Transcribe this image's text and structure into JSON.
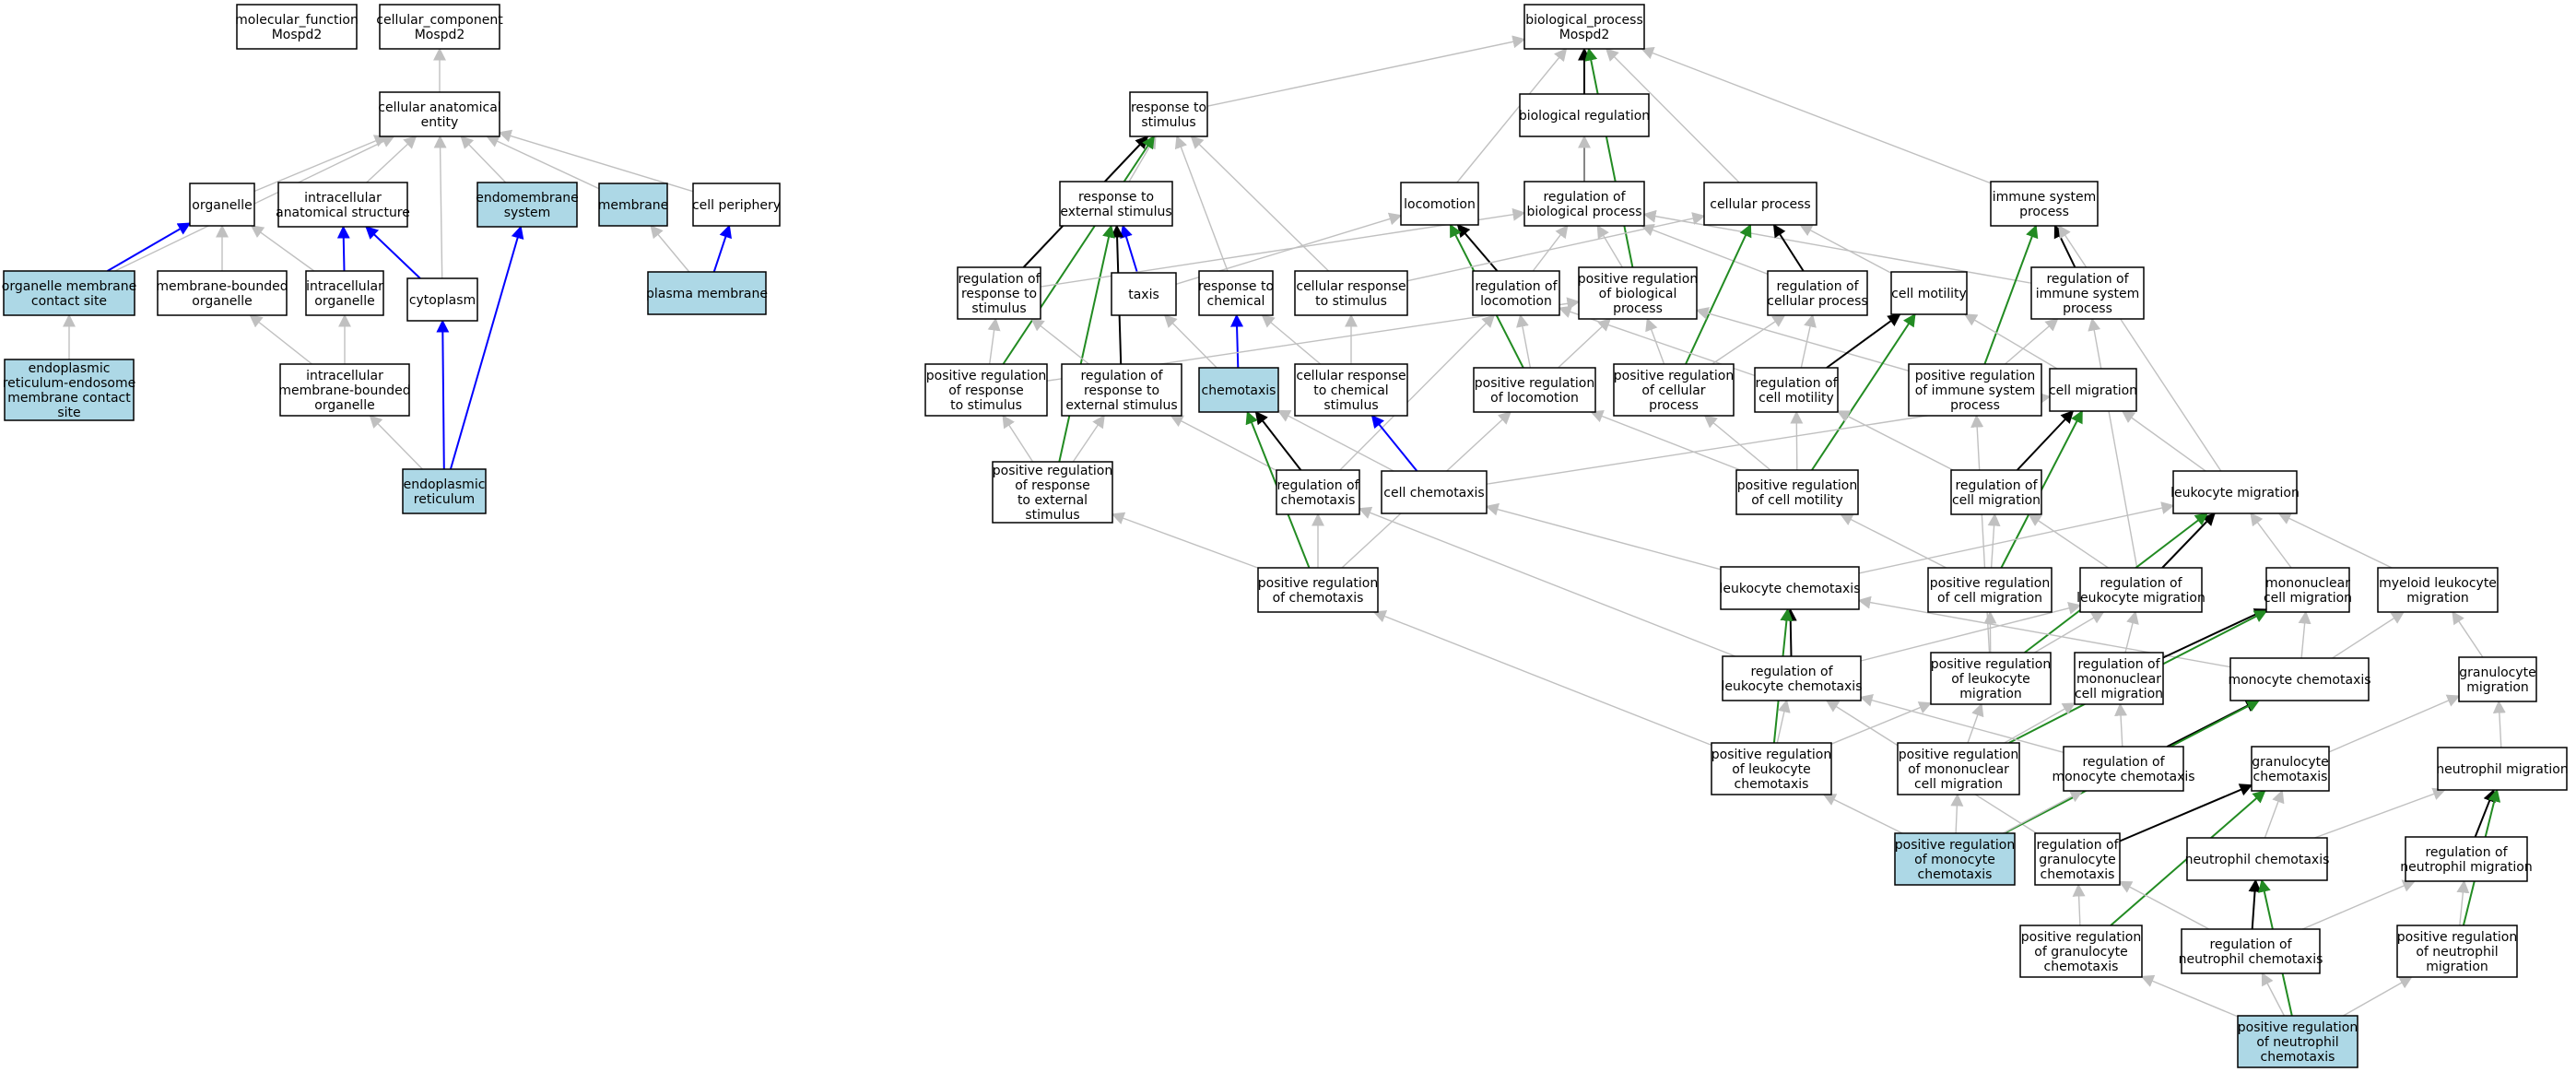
{
  "colors": {
    "gray": "#c0c0c0",
    "black": "#000000",
    "blue": "#0000ff",
    "green": "#228b22",
    "highlight": "#add8e6",
    "node_fill": "#ffffff"
  },
  "nodes": [
    {
      "id": "mf",
      "lines": [
        "molecular_function",
        "Mospd2"
      ]
    },
    {
      "id": "cc",
      "lines": [
        "cellular_component",
        "Mospd2"
      ]
    },
    {
      "id": "cae",
      "lines": [
        "cellular anatomical",
        "entity"
      ]
    },
    {
      "id": "organelle",
      "lines": [
        "organelle"
      ]
    },
    {
      "id": "ias",
      "lines": [
        "intracellular",
        "anatomical structure"
      ]
    },
    {
      "id": "endosys",
      "lines": [
        "endomembrane",
        "system"
      ],
      "hl": true
    },
    {
      "id": "membrane",
      "lines": [
        "membrane"
      ],
      "hl": true
    },
    {
      "id": "cellper",
      "lines": [
        "cell periphery"
      ]
    },
    {
      "id": "omcs",
      "lines": [
        "organelle membrane",
        "contact site"
      ],
      "hl": true
    },
    {
      "id": "mbo",
      "lines": [
        "membrane-bounded",
        "organelle"
      ]
    },
    {
      "id": "io",
      "lines": [
        "intracellular",
        "organelle"
      ]
    },
    {
      "id": "cytoplasm",
      "lines": [
        "cytoplasm"
      ]
    },
    {
      "id": "pm",
      "lines": [
        "plasma membrane"
      ],
      "hl": true
    },
    {
      "id": "ermcs",
      "lines": [
        "endoplasmic",
        "reticulum-endosome",
        "membrane contact",
        "site"
      ],
      "hl": true
    },
    {
      "id": "imbo",
      "lines": [
        "intracellular",
        "membrane-bounded",
        "organelle"
      ]
    },
    {
      "id": "er",
      "lines": [
        "endoplasmic",
        "reticulum"
      ],
      "hl": true
    },
    {
      "id": "bp",
      "lines": [
        "biological_process",
        "Mospd2"
      ]
    },
    {
      "id": "breg",
      "lines": [
        "biological regulation"
      ]
    },
    {
      "id": "rts",
      "lines": [
        "response to",
        "stimulus"
      ]
    },
    {
      "id": "rtes",
      "lines": [
        "response to",
        "external stimulus"
      ]
    },
    {
      "id": "locomotion",
      "lines": [
        "locomotion"
      ]
    },
    {
      "id": "rbp",
      "lines": [
        "regulation of",
        "biological process"
      ]
    },
    {
      "id": "cellproc",
      "lines": [
        "cellular process"
      ]
    },
    {
      "id": "isp",
      "lines": [
        "immune system",
        "process"
      ]
    },
    {
      "id": "rrts",
      "lines": [
        "regulation of",
        "response to",
        "stimulus"
      ]
    },
    {
      "id": "taxis",
      "lines": [
        "taxis"
      ]
    },
    {
      "id": "rtc",
      "lines": [
        "response to",
        "chemical"
      ]
    },
    {
      "id": "crts",
      "lines": [
        "cellular response",
        "to stimulus"
      ]
    },
    {
      "id": "rloc",
      "lines": [
        "regulation of",
        "locomotion"
      ]
    },
    {
      "id": "prbp",
      "lines": [
        "positive regulation",
        "of biological",
        "process"
      ]
    },
    {
      "id": "rcp",
      "lines": [
        "regulation of",
        "cellular process"
      ]
    },
    {
      "id": "cellmot",
      "lines": [
        "cell motility"
      ]
    },
    {
      "id": "risp",
      "lines": [
        "regulation of",
        "immune system",
        "process"
      ]
    },
    {
      "id": "prrts",
      "lines": [
        "positive regulation",
        "of response",
        "to stimulus"
      ]
    },
    {
      "id": "rrtes",
      "lines": [
        "regulation of",
        "response to",
        "external stimulus"
      ]
    },
    {
      "id": "chemotaxis",
      "lines": [
        "chemotaxis"
      ],
      "hl": true
    },
    {
      "id": "crtcs",
      "lines": [
        "cellular response",
        "to chemical",
        "stimulus"
      ]
    },
    {
      "id": "prloc",
      "lines": [
        "positive regulation",
        "of locomotion"
      ]
    },
    {
      "id": "prcp",
      "lines": [
        "positive regulation",
        "of cellular",
        "process"
      ]
    },
    {
      "id": "rcm",
      "lines": [
        "regulation of",
        "cell motility"
      ]
    },
    {
      "id": "prisp",
      "lines": [
        "positive regulation",
        "of immune system",
        "process"
      ]
    },
    {
      "id": "cellmig",
      "lines": [
        "cell migration"
      ]
    },
    {
      "id": "prrtes",
      "lines": [
        "positive regulation",
        "of response",
        "to external",
        "stimulus"
      ]
    },
    {
      "id": "rchemo",
      "lines": [
        "regulation of",
        "chemotaxis"
      ]
    },
    {
      "id": "cellchemo",
      "lines": [
        "cell chemotaxis"
      ]
    },
    {
      "id": "prcm",
      "lines": [
        "positive regulation",
        "of cell motility"
      ]
    },
    {
      "id": "rcmig",
      "lines": [
        "regulation of",
        "cell migration"
      ]
    },
    {
      "id": "leukmig",
      "lines": [
        "leukocyte migration"
      ]
    },
    {
      "id": "prchemo",
      "lines": [
        "positive regulation",
        "of chemotaxis"
      ]
    },
    {
      "id": "leukchemo",
      "lines": [
        "leukocyte chemotaxis"
      ]
    },
    {
      "id": "prcmig",
      "lines": [
        "positive regulation",
        "of cell migration"
      ]
    },
    {
      "id": "rlm",
      "lines": [
        "regulation of",
        "leukocyte migration"
      ]
    },
    {
      "id": "monomig",
      "lines": [
        "mononuclear",
        "cell migration"
      ]
    },
    {
      "id": "myeloid",
      "lines": [
        "myeloid leukocyte",
        "migration"
      ]
    },
    {
      "id": "rlc",
      "lines": [
        "regulation of",
        "leukocyte chemotaxis"
      ]
    },
    {
      "id": "prlm",
      "lines": [
        "positive regulation",
        "of leukocyte",
        "migration"
      ]
    },
    {
      "id": "rmcm",
      "lines": [
        "regulation of",
        "mononuclear",
        "cell migration"
      ]
    },
    {
      "id": "monochemo",
      "lines": [
        "monocyte chemotaxis"
      ]
    },
    {
      "id": "granmig",
      "lines": [
        "granulocyte",
        "migration"
      ]
    },
    {
      "id": "prlc",
      "lines": [
        "positive regulation",
        "of leukocyte",
        "chemotaxis"
      ]
    },
    {
      "id": "prmcm",
      "lines": [
        "positive regulation",
        "of mononuclear",
        "cell migration"
      ]
    },
    {
      "id": "rmc",
      "lines": [
        "regulation of",
        "monocyte chemotaxis"
      ]
    },
    {
      "id": "granchemo",
      "lines": [
        "granulocyte",
        "chemotaxis"
      ]
    },
    {
      "id": "neutmig",
      "lines": [
        "neutrophil migration"
      ]
    },
    {
      "id": "prmc",
      "lines": [
        "positive regulation",
        "of monocyte",
        "chemotaxis"
      ],
      "hl": true
    },
    {
      "id": "rgc",
      "lines": [
        "regulation of",
        "granulocyte",
        "chemotaxis"
      ]
    },
    {
      "id": "neutchemo",
      "lines": [
        "neutrophil chemotaxis"
      ]
    },
    {
      "id": "rnm",
      "lines": [
        "regulation of",
        "neutrophil migration"
      ]
    },
    {
      "id": "prgc",
      "lines": [
        "positive regulation",
        "of granulocyte",
        "chemotaxis"
      ]
    },
    {
      "id": "rnc",
      "lines": [
        "regulation of",
        "neutrophil chemotaxis"
      ]
    },
    {
      "id": "prnm",
      "lines": [
        "positive regulation",
        "of neutrophil",
        "migration"
      ]
    },
    {
      "id": "prnc",
      "lines": [
        "positive regulation",
        "of neutrophil",
        "chemotaxis"
      ],
      "hl": true
    }
  ],
  "edges": [
    [
      "cc",
      "cae",
      "gray"
    ],
    [
      "cae",
      "omcs",
      "gray"
    ],
    [
      "cae",
      "organelle",
      "gray"
    ],
    [
      "cae",
      "ias",
      "gray"
    ],
    [
      "cae",
      "cytoplasm",
      "gray"
    ],
    [
      "cae",
      "endosys",
      "gray"
    ],
    [
      "cae",
      "membrane",
      "gray"
    ],
    [
      "cae",
      "cellper",
      "gray"
    ],
    [
      "organelle",
      "omcs",
      "blue"
    ],
    [
      "organelle",
      "mbo",
      "gray"
    ],
    [
      "organelle",
      "io",
      "gray"
    ],
    [
      "ias",
      "io",
      "blue"
    ],
    [
      "ias",
      "cytoplasm",
      "blue"
    ],
    [
      "membrane",
      "pm",
      "gray"
    ],
    [
      "cellper",
      "pm",
      "blue"
    ],
    [
      "omcs",
      "ermcs",
      "gray"
    ],
    [
      "mbo",
      "imbo",
      "gray"
    ],
    [
      "io",
      "imbo",
      "gray"
    ],
    [
      "imbo",
      "er",
      "gray"
    ],
    [
      "cytoplasm",
      "er",
      "blue"
    ],
    [
      "endosys",
      "er",
      "blue"
    ],
    [
      "bp",
      "rts",
      "gray"
    ],
    [
      "bp",
      "locomotion",
      "gray"
    ],
    [
      "bp",
      "breg",
      "gray"
    ],
    [
      "bp",
      "rbp",
      "black"
    ],
    [
      "bp",
      "cellproc",
      "gray"
    ],
    [
      "bp",
      "isp",
      "gray"
    ],
    [
      "bp",
      "prbp",
      "green"
    ],
    [
      "breg",
      "rbp",
      "gray"
    ],
    [
      "rts",
      "rtes",
      "gray"
    ],
    [
      "rts",
      "rrts",
      "black"
    ],
    [
      "rts",
      "rtc",
      "gray"
    ],
    [
      "rts",
      "crts",
      "gray"
    ],
    [
      "rts",
      "prrts",
      "green"
    ],
    [
      "rtes",
      "taxis",
      "blue"
    ],
    [
      "rtes",
      "rrtes",
      "black"
    ],
    [
      "rtes",
      "prrtes",
      "green"
    ],
    [
      "locomotion",
      "taxis",
      "gray"
    ],
    [
      "locomotion",
      "rloc",
      "black"
    ],
    [
      "locomotion",
      "prloc",
      "green"
    ],
    [
      "rbp",
      "rrts",
      "gray"
    ],
    [
      "rbp",
      "rloc",
      "gray"
    ],
    [
      "rbp",
      "prbp",
      "gray"
    ],
    [
      "rbp",
      "rcp",
      "gray"
    ],
    [
      "rbp",
      "risp",
      "gray"
    ],
    [
      "cellproc",
      "crts",
      "gray"
    ],
    [
      "cellproc",
      "rcp",
      "black"
    ],
    [
      "cellproc",
      "cellmot",
      "gray"
    ],
    [
      "cellproc",
      "prcp",
      "green"
    ],
    [
      "isp",
      "risp",
      "black"
    ],
    [
      "isp",
      "prisp",
      "green"
    ],
    [
      "isp",
      "leukmig",
      "gray"
    ],
    [
      "rrts",
      "prrts",
      "gray"
    ],
    [
      "rrts",
      "rrtes",
      "gray"
    ],
    [
      "taxis",
      "chemotaxis",
      "gray"
    ],
    [
      "rtc",
      "chemotaxis",
      "blue"
    ],
    [
      "rtc",
      "crtcs",
      "gray"
    ],
    [
      "crts",
      "crtcs",
      "gray"
    ],
    [
      "rloc",
      "prloc",
      "gray"
    ],
    [
      "rloc",
      "rchemo",
      "gray"
    ],
    [
      "rloc",
      "rcm",
      "gray"
    ],
    [
      "prbp",
      "prrts",
      "gray"
    ],
    [
      "prbp",
      "prloc",
      "gray"
    ],
    [
      "prbp",
      "prcp",
      "gray"
    ],
    [
      "prbp",
      "prisp",
      "gray"
    ],
    [
      "rcp",
      "rcm",
      "gray"
    ],
    [
      "rcp",
      "prcp",
      "gray"
    ],
    [
      "cellmot",
      "rcm",
      "black"
    ],
    [
      "cellmot",
      "cellmig",
      "gray"
    ],
    [
      "cellmot",
      "prcm",
      "green"
    ],
    [
      "risp",
      "prisp",
      "gray"
    ],
    [
      "risp",
      "rlm",
      "gray"
    ],
    [
      "prrts",
      "prrtes",
      "gray"
    ],
    [
      "rrtes",
      "prrtes",
      "gray"
    ],
    [
      "rrtes",
      "rchemo",
      "gray"
    ],
    [
      "chemotaxis",
      "rchemo",
      "black"
    ],
    [
      "chemotaxis",
      "cellchemo",
      "gray"
    ],
    [
      "chemotaxis",
      "prchemo",
      "green"
    ],
    [
      "crtcs",
      "cellchemo",
      "blue"
    ],
    [
      "prloc",
      "prcm",
      "gray"
    ],
    [
      "prloc",
      "prchemo",
      "gray"
    ],
    [
      "prcp",
      "prcm",
      "gray"
    ],
    [
      "rcm",
      "prcm",
      "gray"
    ],
    [
      "rcm",
      "rcmig",
      "gray"
    ],
    [
      "cellmig",
      "rcmig",
      "black"
    ],
    [
      "cellmig",
      "cellchemo",
      "gray"
    ],
    [
      "cellmig",
      "leukmig",
      "gray"
    ],
    [
      "cellmig",
      "prcmig",
      "green"
    ],
    [
      "prisp",
      "prlm",
      "gray"
    ],
    [
      "prrtes",
      "prchemo",
      "gray"
    ],
    [
      "rchemo",
      "prchemo",
      "gray"
    ],
    [
      "rchemo",
      "rlc",
      "gray"
    ],
    [
      "cellchemo",
      "leukchemo",
      "gray"
    ],
    [
      "prcm",
      "prcmig",
      "gray"
    ],
    [
      "rcmig",
      "prcmig",
      "gray"
    ],
    [
      "rcmig",
      "rlm",
      "gray"
    ],
    [
      "leukmig",
      "rlm",
      "black"
    ],
    [
      "leukmig",
      "leukchemo",
      "gray"
    ],
    [
      "leukmig",
      "monomig",
      "gray"
    ],
    [
      "leukmig",
      "myeloid",
      "gray"
    ],
    [
      "leukmig",
      "prlm",
      "green"
    ],
    [
      "prchemo",
      "prlc",
      "gray"
    ],
    [
      "leukchemo",
      "rlc",
      "black"
    ],
    [
      "leukchemo",
      "monochemo",
      "gray"
    ],
    [
      "leukchemo",
      "prlc",
      "green"
    ],
    [
      "prcmig",
      "prlm",
      "gray"
    ],
    [
      "rlm",
      "prlm",
      "gray"
    ],
    [
      "rlm",
      "rlc",
      "gray"
    ],
    [
      "rlm",
      "rmcm",
      "gray"
    ],
    [
      "monomig",
      "rmcm",
      "black"
    ],
    [
      "monomig",
      "monochemo",
      "gray"
    ],
    [
      "monomig",
      "prmcm",
      "green"
    ],
    [
      "myeloid",
      "granmig",
      "gray"
    ],
    [
      "myeloid",
      "monochemo",
      "gray"
    ],
    [
      "rlc",
      "prlc",
      "gray"
    ],
    [
      "rlc",
      "rmc",
      "gray"
    ],
    [
      "rlc",
      "rgc",
      "gray"
    ],
    [
      "prlm",
      "prlc",
      "gray"
    ],
    [
      "prlm",
      "prmcm",
      "gray"
    ],
    [
      "rmcm",
      "prmcm",
      "gray"
    ],
    [
      "rmcm",
      "rmc",
      "gray"
    ],
    [
      "monochemo",
      "rmc",
      "black"
    ],
    [
      "monochemo",
      "prmc",
      "green"
    ],
    [
      "granmig",
      "granchemo",
      "gray"
    ],
    [
      "granmig",
      "neutmig",
      "gray"
    ],
    [
      "prlc",
      "prmc",
      "gray"
    ],
    [
      "prmcm",
      "prmc",
      "gray"
    ],
    [
      "rmc",
      "prmc",
      "gray"
    ],
    [
      "granchemo",
      "rgc",
      "black"
    ],
    [
      "granchemo",
      "neutchemo",
      "gray"
    ],
    [
      "granchemo",
      "prgc",
      "green"
    ],
    [
      "neutmig",
      "rnm",
      "black"
    ],
    [
      "neutmig",
      "neutchemo",
      "gray"
    ],
    [
      "neutmig",
      "prnm",
      "green"
    ],
    [
      "rgc",
      "prgc",
      "gray"
    ],
    [
      "rgc",
      "rnc",
      "gray"
    ],
    [
      "neutchemo",
      "rnc",
      "black"
    ],
    [
      "neutchemo",
      "prnc",
      "green"
    ],
    [
      "rnm",
      "rnc",
      "gray"
    ],
    [
      "rnm",
      "prnm",
      "gray"
    ],
    [
      "prgc",
      "prnc",
      "gray"
    ],
    [
      "rnc",
      "prnc",
      "gray"
    ],
    [
      "prnm",
      "prnc",
      "gray"
    ]
  ]
}
